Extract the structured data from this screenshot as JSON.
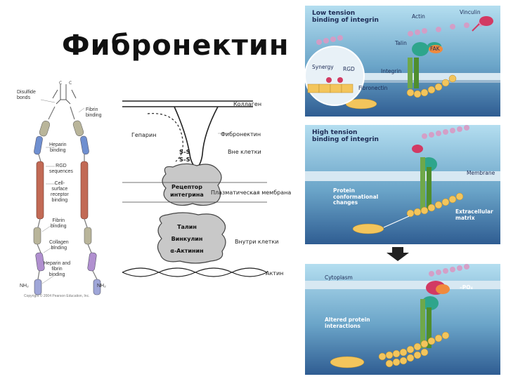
{
  "title": "Фибронектин",
  "left_diagram": {
    "disulfide_bonds": "Disulfide\nbonds",
    "fibrin_binding_top": "Fibrin\nbinding",
    "heparin_binding": "Heparin\nbinding",
    "rgd_sequences": "RGD\nsequences",
    "cell_surface": "Cell-\nsurface\nreceptor\nbinding",
    "fibrin_binding": "Fibrin\nbinding",
    "collagen_binding": "Collagen\nbinding",
    "heparin_fibrin": "Heparin and\nfibrin\nbinding",
    "nh2_left": "NH₂",
    "nh2_right": "NH₂",
    "copyright": "Copyright © 2004 Pearson Education, Inc."
  },
  "middle_diagram": {
    "collagen": "Коллаген",
    "heparin": "Гепарин",
    "fibronectin": "Фибронектин",
    "outside_cell": "Вне клетки",
    "ss_top": "S–S",
    "ss_bottom": "S–S",
    "receptor": "Рецептор\nинтегрина",
    "plasma_membrane": "Плазматическая мембрана",
    "talin": "Талин",
    "vinculin": "Винкулин",
    "actinin": "α-Актинин",
    "inside_cell": "Внутри клетки",
    "actin": "Актин"
  },
  "right_panels": {
    "low_tension": "Low tension\nbinding of integrin",
    "actin": "Actin",
    "vinculin": "Vinculin",
    "talin": "Talin",
    "fak": "FAK",
    "synergy": "Synergy",
    "rgd": "RGD",
    "integrin": "Integrin",
    "fibronectin": "Fibronectin",
    "high_tension": "High tension\nbinding of integrin",
    "membrane": "Membrane",
    "protein_changes": "Protein\nconformational\nchanges",
    "extracellular_matrix": "Extracellular\nmatrix",
    "cytoplasm": "Cytoplasm",
    "po4": "–PO₄",
    "altered": "Altered protein\ninteractions"
  },
  "colors": {
    "panel_top": "#9fd3ea",
    "panel_bottom": "#2f5d92",
    "integrin": "#6fa84a",
    "talin": "#2ea58c",
    "vinculin": "#d23a63",
    "fak": "#f08a3e",
    "fibronectin": "#f3c55c",
    "actin": "#d99ac4"
  }
}
